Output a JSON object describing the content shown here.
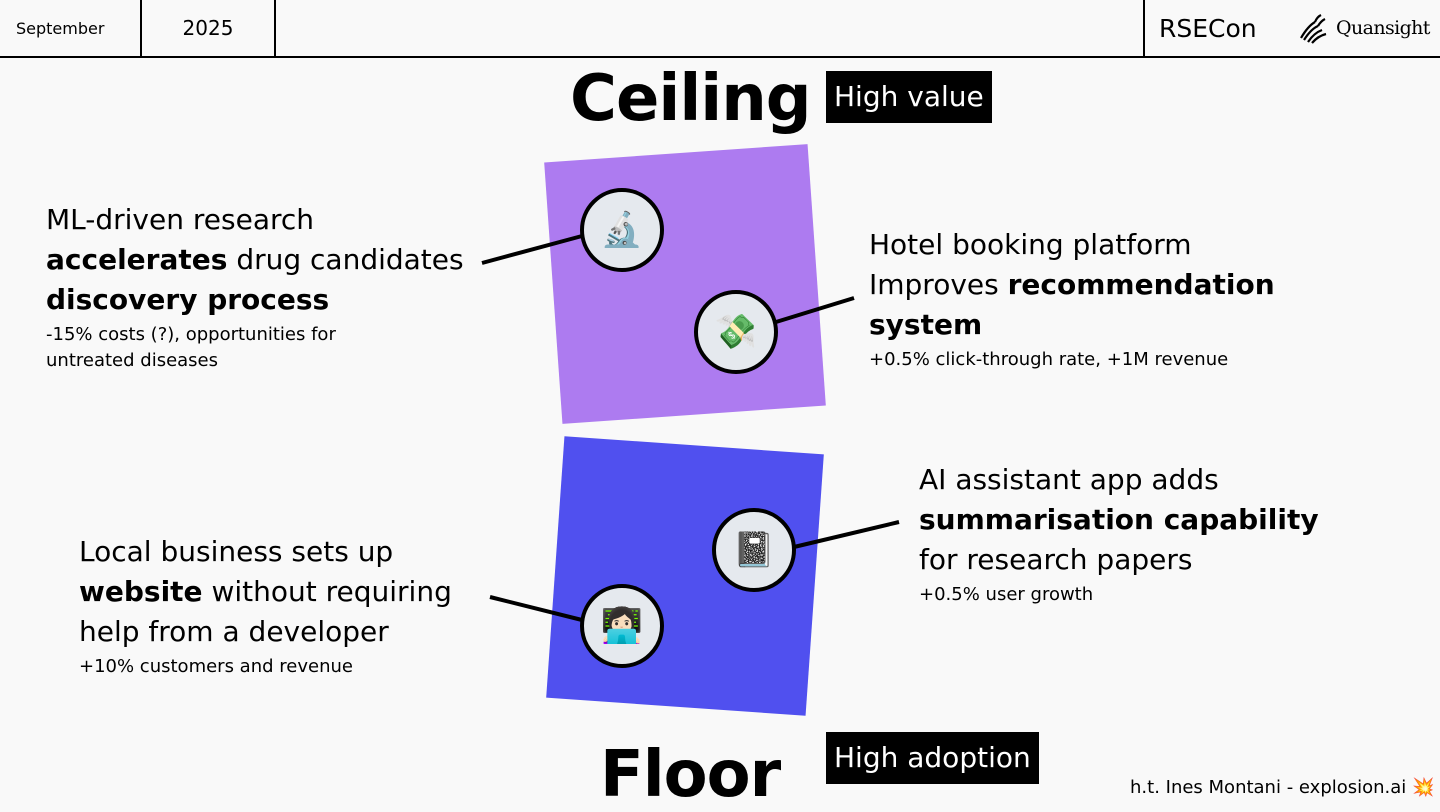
{
  "header": {
    "month": "September",
    "year": "2025",
    "conference": "RSECon",
    "logo_text": "Quansight"
  },
  "axis": {
    "top_label": "Ceiling",
    "top_tag": "High value",
    "bottom_label": "Floor",
    "bottom_tag": "High adoption"
  },
  "examples": {
    "ml": {
      "line1": "ML-driven research",
      "line2_bold": "accelerates",
      "line2_rest": " drug candidates",
      "line3_bold": "discovery process",
      "detail1": "-15% costs (?), opportunities for",
      "detail2": "untreated diseases",
      "icon_glyph": "🔬"
    },
    "hotel": {
      "line1": "Hotel booking platform",
      "line2_pre": "Improves ",
      "line2_bold": "recommendation",
      "line3_bold": "system",
      "detail": "+0.5% click-through rate, +1M revenue",
      "icon_glyph": "💸"
    },
    "ai": {
      "line1": "AI assistant app adds",
      "line2_bold": "summarisation capability",
      "line3": "for research papers",
      "detail": "+0.5% user growth",
      "icon_glyph": "📓"
    },
    "local": {
      "line1": "Local business sets up",
      "line2_bold": "website",
      "line2_rest": " without requiring",
      "line3": "help from a developer",
      "detail": "+10% customers and revenue",
      "icon_glyph": "👩🏻‍💻"
    }
  },
  "credit": {
    "text": "h.t. Ines Montani - explosion.ai",
    "icon_glyph": "💥"
  },
  "colors": {
    "high_value_square": "#ad7bf0",
    "high_adoption_square": "#5050ef",
    "background": "#f9f9f9"
  }
}
